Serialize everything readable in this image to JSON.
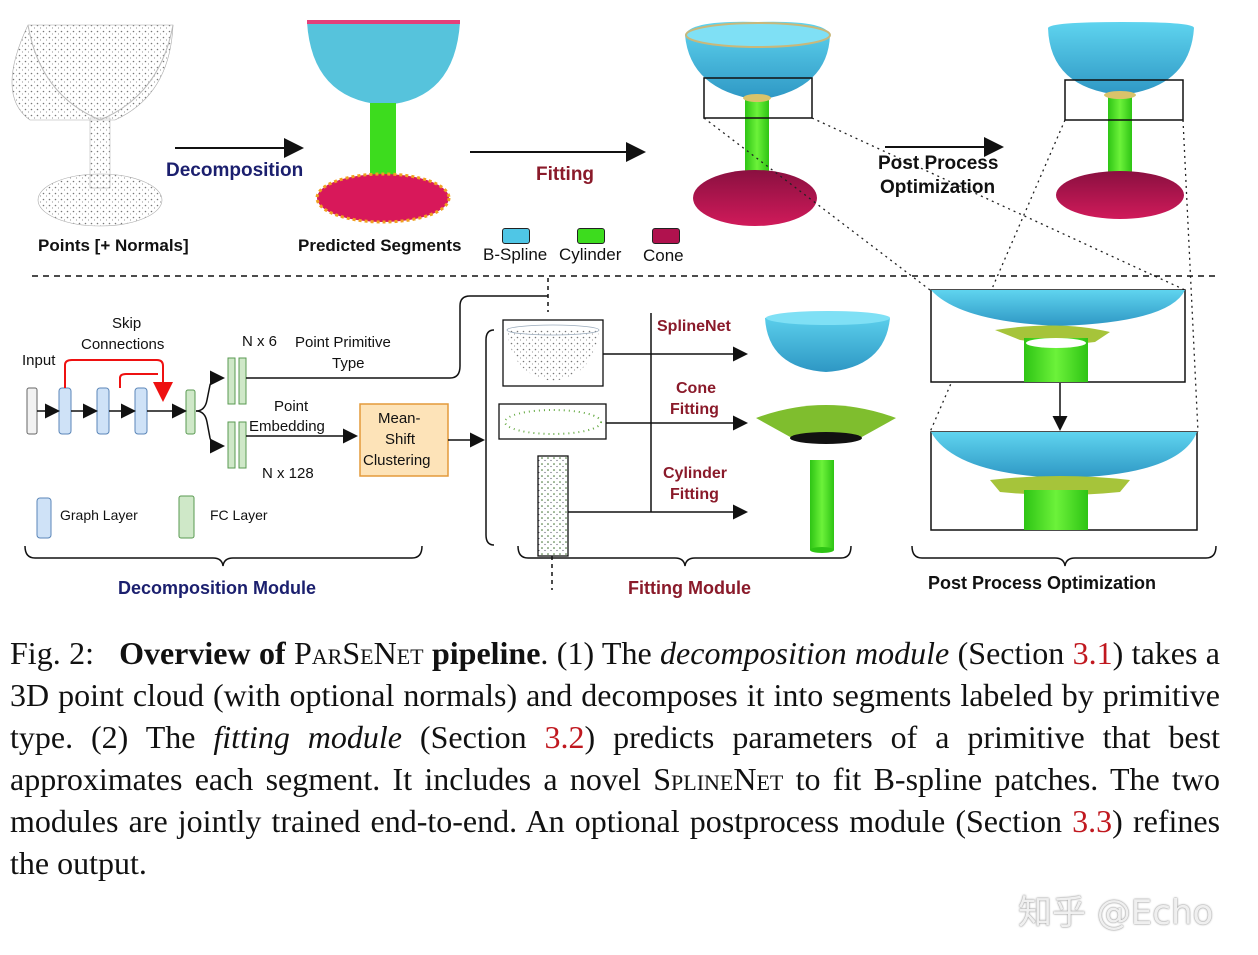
{
  "top_row": {
    "points_label": "Points [+ Normals]",
    "segments_label": "Predicted Segments",
    "decomposition_arrow": "Decomposition",
    "fitting_arrow": "Fitting",
    "post_process_arrow_line1": "Post Process",
    "post_process_arrow_line2": "Optimization"
  },
  "legend": [
    {
      "label": "B-Spline",
      "color": "#4fc6e6"
    },
    {
      "label": "Cylinder",
      "color": "#3ddc1e"
    },
    {
      "label": "Cone",
      "color": "#b0124e"
    }
  ],
  "decomposition": {
    "input_label": "Input",
    "skip_line1": "Skip",
    "skip_line2": "Connections",
    "nx6": "N x 6",
    "primitive_line1": "Point Primitive",
    "primitive_line2": "Type",
    "embedding_line1": "Point",
    "embedding_line2": "Embedding",
    "nx128": "N x 128",
    "meanshift_line1": "Mean-",
    "meanshift_line2": "Shift",
    "meanshift_line3": "Clustering",
    "graph_layer": "Graph Layer",
    "fc_layer": "FC Layer",
    "module_label": "Decomposition Module"
  },
  "fitting": {
    "splinenet": "SplineNet",
    "cone_line1": "Cone",
    "cone_line2": "Fitting",
    "cylinder_line1": "Cylinder",
    "cylinder_line2": "Fitting",
    "module_label": "Fitting Module"
  },
  "post": {
    "module_label": "Post Process Optimization"
  },
  "caption": {
    "fig": "Fig. 2:",
    "title_a": "Overview of",
    "title_name": "ParSeNet",
    "title_b": "pipeline",
    "p1": ". (1) The",
    "dm": "decomposition module",
    "p2": "(Section",
    "ref1": "3.1",
    "p3": ") takes a 3D point cloud (with optional normals) and decomposes it into segments labeled by primitive type. (2) The",
    "fm": "fitting module",
    "p4": "(Section",
    "ref2": "3.2",
    "p5": ") predicts parameters of a primitive that best approximates each segment. It includes a novel",
    "splinenet": "SplineNet",
    "p6": "to fit B-spline patches. The two modules are jointly trained end-to-end. An optional postprocess module (Section",
    "ref3": "3.3",
    "p7": ") refines the output."
  },
  "watermark": "知乎 @Echo"
}
